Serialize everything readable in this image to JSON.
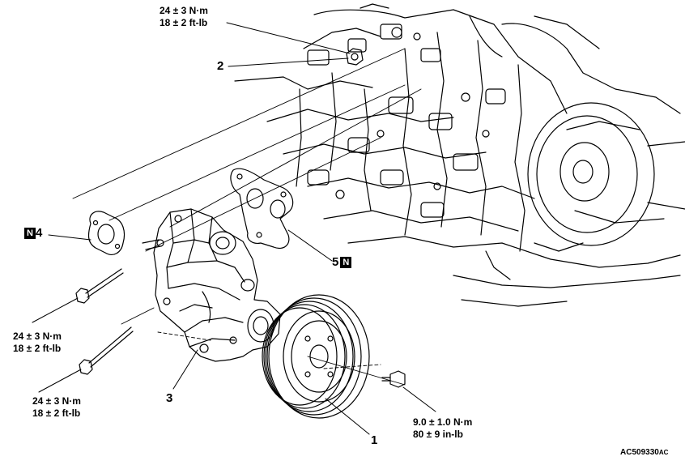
{
  "figure_code": {
    "main": "AC509330",
    "suffix": "AC"
  },
  "torques": {
    "nut_top": {
      "metric": "24 ± 3 N·m",
      "imperial": "18 ± 2 ft-lb"
    },
    "bolt_upper": {
      "metric": "24 ± 3 N·m",
      "imperial": "18 ± 2 ft-lb"
    },
    "bolt_lower": {
      "metric": "24 ± 3 N·m",
      "imperial": "18 ± 2 ft-lb"
    },
    "pulley_bolt": {
      "metric": "9.0 ± 1.0 N·m",
      "imperial": "80 ± 9 in-lb"
    }
  },
  "callouts": {
    "c1": "1",
    "c2": "2",
    "c3": "3",
    "c4": "4",
    "c5": "5",
    "new_part_mark": "N"
  }
}
